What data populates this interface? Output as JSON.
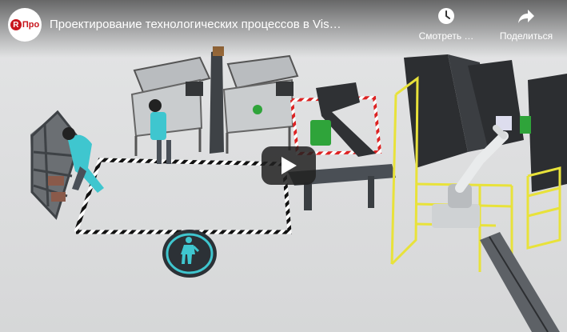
{
  "video": {
    "title": "Проектирование технологических процессов в Vis…",
    "channel_logo_text": "Про",
    "channel_logo_mark": "R"
  },
  "actions": {
    "watch_later_label": "Смотреть …",
    "share_label": "Поделиться"
  },
  "icons": {
    "watch_later": "clock-icon",
    "share": "share-arrow-icon",
    "play": "play-icon",
    "operator": "person-icon"
  },
  "colors": {
    "logo_red": "#c8161d",
    "safety_yellow": "#e8e23a",
    "operator_teal": "#3fc6cf",
    "green_bin": "#2fa43a"
  }
}
